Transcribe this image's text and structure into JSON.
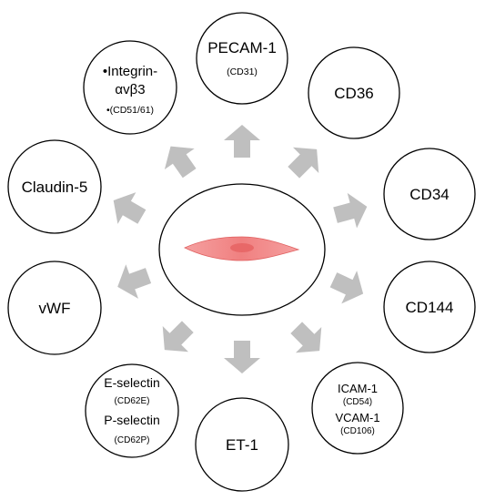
{
  "diagram": {
    "center": {
      "cell_color": "#f08080",
      "nucleus_color": "#e86868"
    },
    "arrow_color": "#bfbfbf",
    "nodes": {
      "pecam": {
        "label": "PECAM-1",
        "sub": "(CD31)"
      },
      "cd36": {
        "label": "CD36"
      },
      "cd34": {
        "label": "CD34"
      },
      "cd144": {
        "label": "CD144"
      },
      "icam": {
        "label": "ICAM-1",
        "sub": "(CD54)",
        "label2": "VCAM-1",
        "sub2": "(CD106)"
      },
      "et1": {
        "label": "ET-1"
      },
      "selectin": {
        "label": "E-selectin",
        "sub": "(CD62E)",
        "label2": "P-selectin",
        "sub2": "(CD62P)"
      },
      "vwf": {
        "label": "vWF"
      },
      "claudin": {
        "label": "Claudin-5"
      },
      "integrin": {
        "label": "•Integrin-",
        "label_line2": "αvβ3",
        "sub": "•(CD51/61)"
      }
    }
  }
}
